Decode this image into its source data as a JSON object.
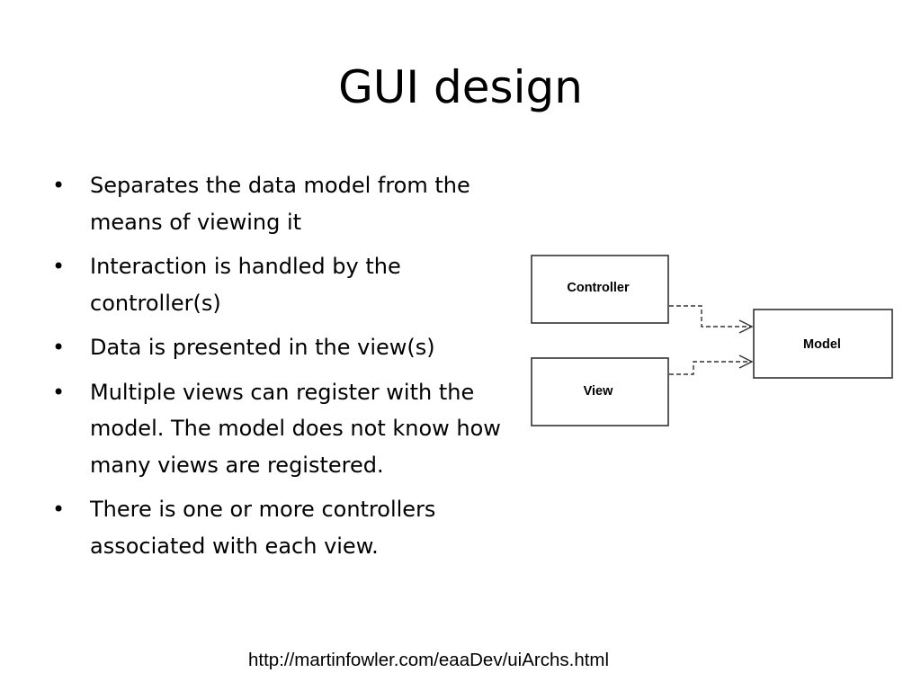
{
  "slide": {
    "title": "GUI design",
    "bullets": [
      "Separates the data model from the means of viewing it",
      "Interaction is handled by the controller(s)",
      "Data is presented in the view(s)",
      "Multiple views can register with the model. The model does not know how many views are registered.",
      "There is one or more controllers associated with each view."
    ],
    "bullet_glyph": "•"
  },
  "diagram": {
    "boxes": {
      "controller": "Controller",
      "view": "View",
      "model": "Model"
    },
    "arrow_style": "dashed",
    "box_border_color": "#333333"
  },
  "footer": {
    "source_url": "http://martinfowler.com/eaaDev/uiArchs.html"
  }
}
